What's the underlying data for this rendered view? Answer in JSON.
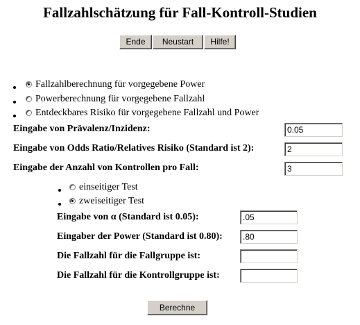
{
  "title": "Fallzahlschätzung für Fall-Kontroll-Studien",
  "toolbar": {
    "end_label": "Ende",
    "restart_label": "Neustart",
    "help_label": "Hilfe!"
  },
  "mode_options": [
    {
      "label": "Fallzahlberechnung für vorgegebene Power",
      "checked": true
    },
    {
      "label": "Powerberechnung für vorgegebene Fallzahl",
      "checked": false
    },
    {
      "label": "Entdeckbares Risiko für vorgegebene Fallzahl und Power",
      "checked": false
    }
  ],
  "fields": {
    "prevalence": {
      "label": "Eingabe von Prävalenz/Inzidenz:",
      "value": "0.05"
    },
    "odds_ratio": {
      "label": "Eingabe von Odds Ratio/Relatives Risiko (Standard ist 2):",
      "value": "2"
    },
    "controls": {
      "label": "Eingabe der Anzahl von Kontrollen pro Fall:",
      "value": "3"
    },
    "alpha": {
      "label": "Eingabe von α (Standard ist 0.05):",
      "value": ".05"
    },
    "power": {
      "label": "Eingaber der Power (Standard ist 0.80):",
      "value": ".80"
    },
    "n_cases": {
      "label": "Die Fallzahl für die Fallgruppe ist:",
      "value": ""
    },
    "n_controls": {
      "label": "Die Fallzahl für die Kontrollgruppe ist:",
      "value": ""
    }
  },
  "test_options": [
    {
      "label": "einseitiger Test",
      "checked": false
    },
    {
      "label": "zweiseitiger Test",
      "checked": true
    }
  ],
  "calculate_label": "Berechne"
}
